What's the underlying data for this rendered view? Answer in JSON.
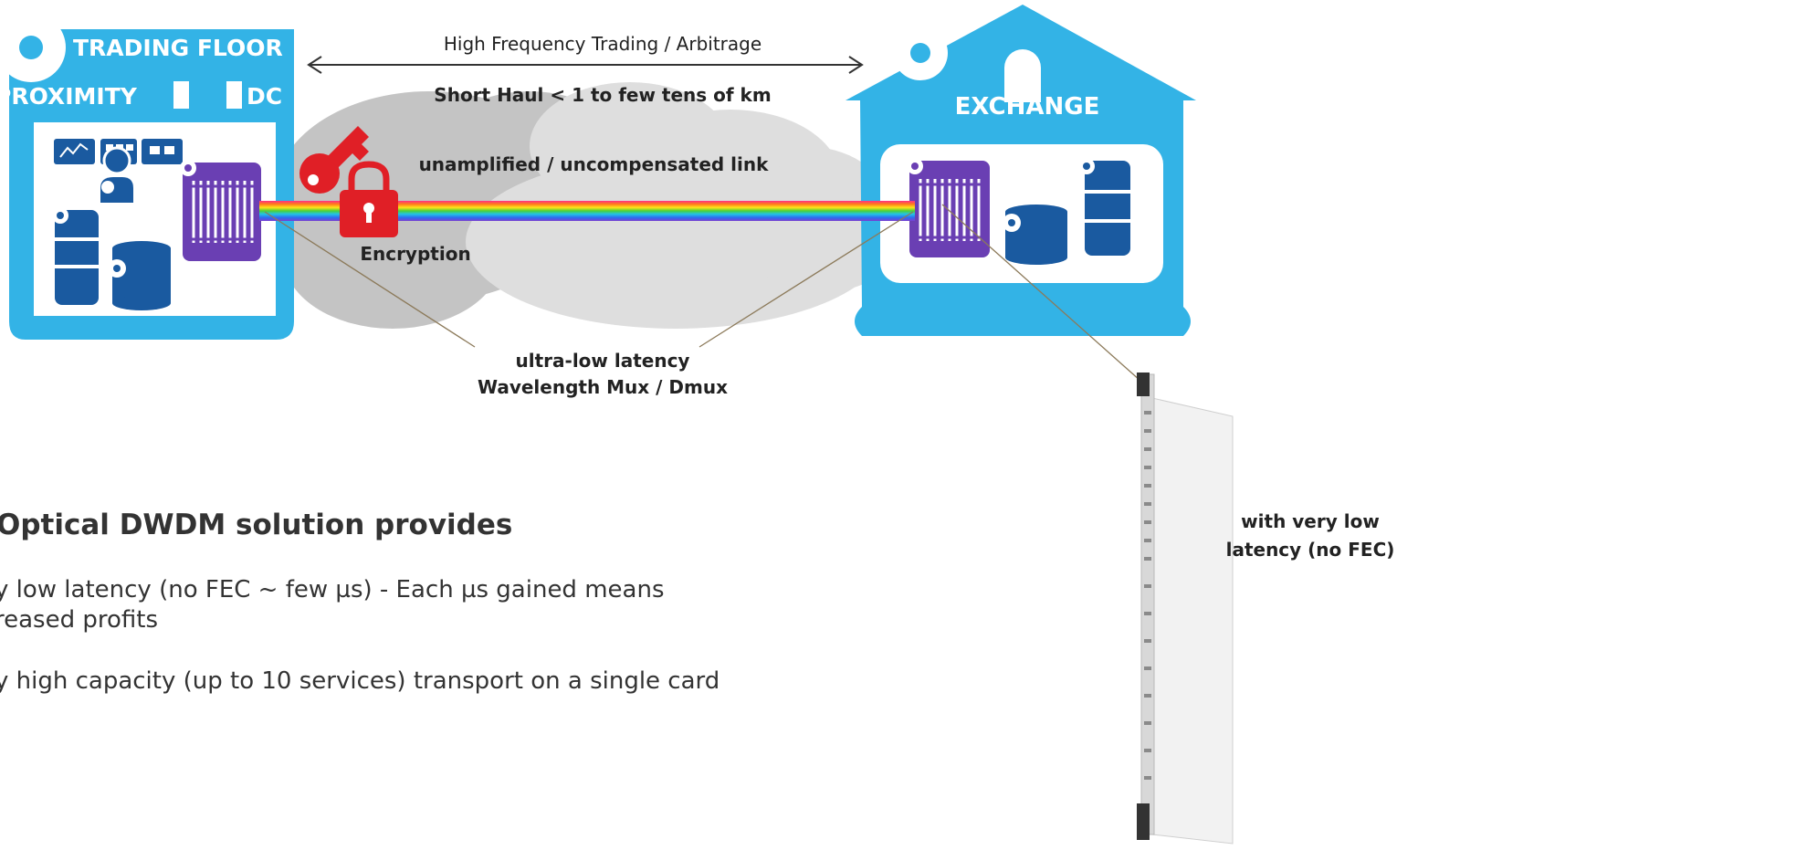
{
  "colors": {
    "site_blue": "#33b3e6",
    "equipment_blue": "#1a5aa0",
    "mux_purple": "#6a3fb3",
    "lock_red": "#e01f26",
    "cloud_light": "#dcdcdc",
    "cloud_dark": "#bebebe",
    "text_dark": "#222222"
  },
  "trading_floor": {
    "title": "TRADING FLOOR",
    "proximity": "PROXIMITY",
    "dc": "DC"
  },
  "exchange": {
    "title": "EXCHANGE"
  },
  "link": {
    "arrow_label": "High Frequency Trading / Arbitrage",
    "distance_label": "Short Haul < 1 to few tens of km",
    "link_type_label": "unamplified / uncompensated link",
    "encryption_label": "Encryption",
    "mux_line1": "ultra-low latency",
    "mux_line2": "Wavelength Mux / Dmux"
  },
  "card": {
    "line1": "with very low",
    "line2": "latency (no FEC)"
  },
  "solution": {
    "heading": "Optical DWDM solution provides",
    "bullet1_line1": "y low latency (no FEC ~ few µs) - Each µs gained means",
    "bullet1_line2": "reased profits",
    "bullet2": "y high capacity (up to 10 services) transport on a single card"
  },
  "icons": [
    "trading-desk-icon",
    "server-rack-icon",
    "database-icon",
    "wavelength-mux-icon",
    "key-icon",
    "padlock-icon",
    "dwdm-card-icon",
    "cloud-icon"
  ]
}
